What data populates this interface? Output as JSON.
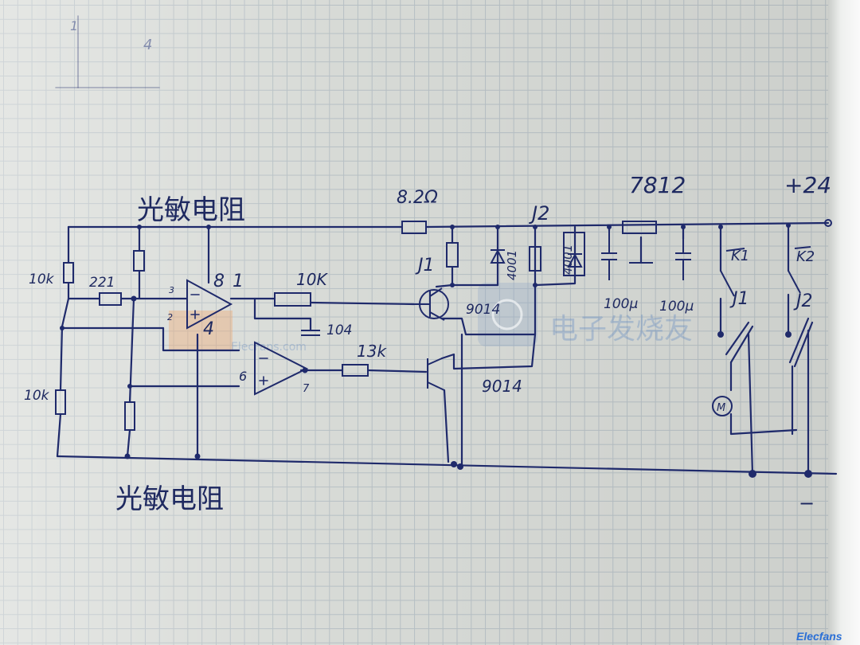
{
  "labels": {
    "ldr_top": "光敏电阻",
    "ldr_bottom": "光敏电阻",
    "r_10k_left_top": "10k",
    "r_10k_left_bottom": "10k",
    "r_221": "221",
    "ic_pin8": "8",
    "ic_pin1": "1",
    "ic_pin4": "4",
    "ic_pin3": "3",
    "ic_pin2": "2",
    "ic_pin6": "6",
    "ic_pin7": "7",
    "r_10k_mid": "10K",
    "cap_104": "104",
    "r_13k": "13k",
    "r_8_2": "8.2Ω",
    "relay_j1": "J1",
    "relay_j2": "J2",
    "diode_4001_a": "4001",
    "diode_4001_b": "4001",
    "q1": "9014",
    "q2": "9014",
    "reg": "7812",
    "cap_100u_a": "100μ",
    "cap_100u_b": "100μ",
    "k1": "K1",
    "k2": "K2",
    "sw_j1": "J1",
    "sw_j2": "J2",
    "supply": "+24",
    "minus": "−",
    "corner_4": "4",
    "corner_1": "1",
    "motor": "M"
  },
  "watermark": {
    "url": "ElecFans.com",
    "cn": "电子发烧友",
    "corner": "Elecfans"
  },
  "colors": {
    "ink": "#1f2a6b",
    "paper": "#d7dad6",
    "grid": "#b6bfc4"
  }
}
